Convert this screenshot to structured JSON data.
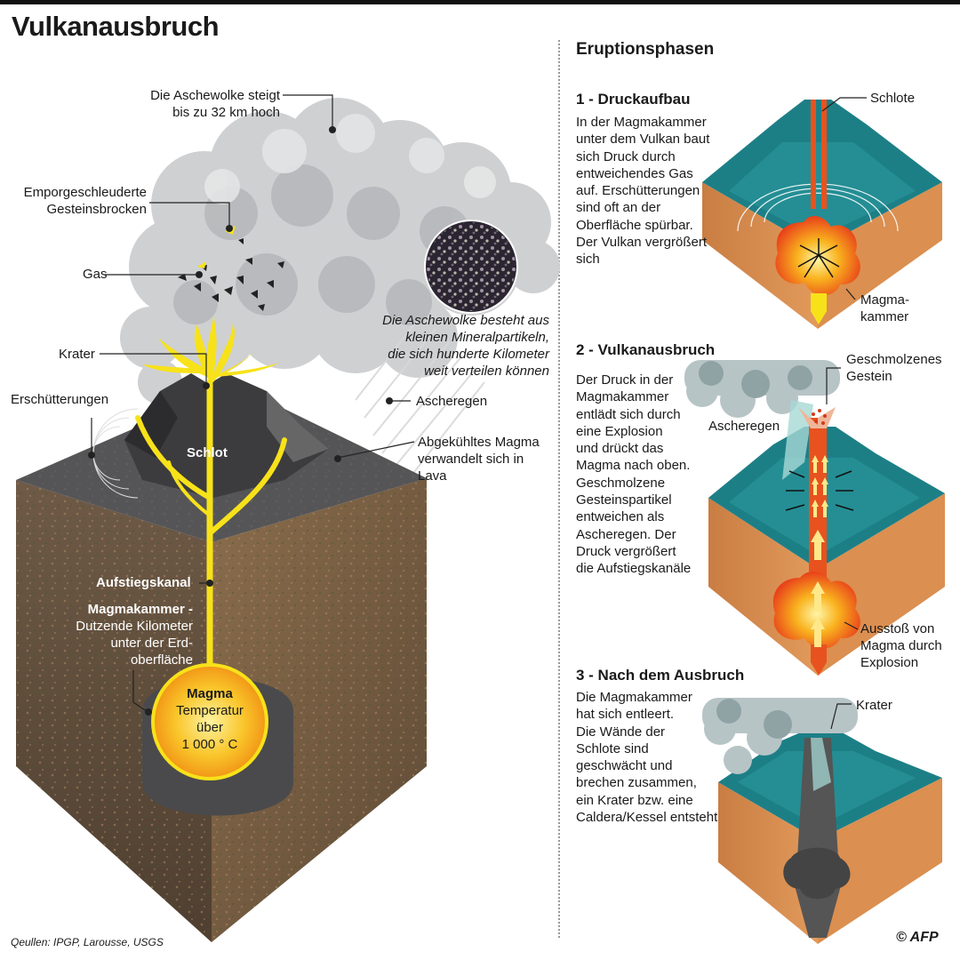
{
  "title": "Vulkanausbruch",
  "main_diagram": {
    "labels": {
      "ash_cloud": "Die Aschewolke steigt\nbis zu 32 km hoch",
      "rocks": "Emporgeschleuderte\nGesteinsbrocken",
      "gas": "Gas",
      "crater": "Krater",
      "tremors": "Erschütterungen",
      "vent": "Schlot",
      "ascent_channel": "Aufstiegskanal",
      "magma_chamber_title": "Magmakammer -",
      "magma_chamber_desc": "Dutzende Kilometer\nunter der Erd-\noberfläche",
      "magma_title": "Magma",
      "magma_desc": "Temperatur\nüber\n1 000 ° C",
      "ash_rain": "Ascheregen",
      "lava": "Abgekühltes Magma\nverwandelt sich in\nLava",
      "mineral_note": "Die Aschewolke besteht aus\nkleinen Mineralpartikeln,\ndie sich hunderte Kilometer\nweit verteilen können"
    }
  },
  "phases": {
    "heading": "Eruptionsphasen",
    "items": [
      {
        "title": "1 - Druckaufbau",
        "text": "In der Magmakammer\nunter dem Vulkan baut\nsich Druck durch\nentweichendes Gas\nauf. Erschütterungen\nsind oft an der\nOberfläche spürbar.\nDer Vulkan vergrößert\nsich",
        "labels": {
          "vents": "Schlote",
          "chamber": "Magma-\nkammer"
        }
      },
      {
        "title": "2 - Vulkanausbruch",
        "text": "Der Druck in der\nMagmakammer\nentlädt sich durch\neine Explosion\nund drückt das\nMagma nach oben.\nGeschmolzene\nGesteinspartikel\nentweichen als\nAscheregen. Der\nDruck vergrößert\ndie Aufstiegskanäle",
        "labels": {
          "molten_rock": "Geschmolzenes\nGestein",
          "ash_rain": "Ascheregen",
          "ejection": "Ausstoß von\nMagma durch\nExplosion"
        }
      },
      {
        "title": "3 - Nach dem Ausbruch",
        "text": "Die Magmakammer\nhat sich entleert.\nDie Wände der\nSchlote sind\ngeschwächt und\nbrechen zusammen,\nein Krater bzw. eine\nCaldera/Kessel entsteht",
        "labels": {
          "crater": "Krater"
        }
      }
    ]
  },
  "footer": {
    "source": "Qeullen: IPGP, Larousse, USGS",
    "logo": "© AFP"
  },
  "colors": {
    "magma_yellow": "#f7e21a",
    "magma_orange": "#f39a1c",
    "teal": "#1d7f86",
    "crust_brown": "#d38a4a",
    "rock_gray": "#5a5a5a"
  }
}
